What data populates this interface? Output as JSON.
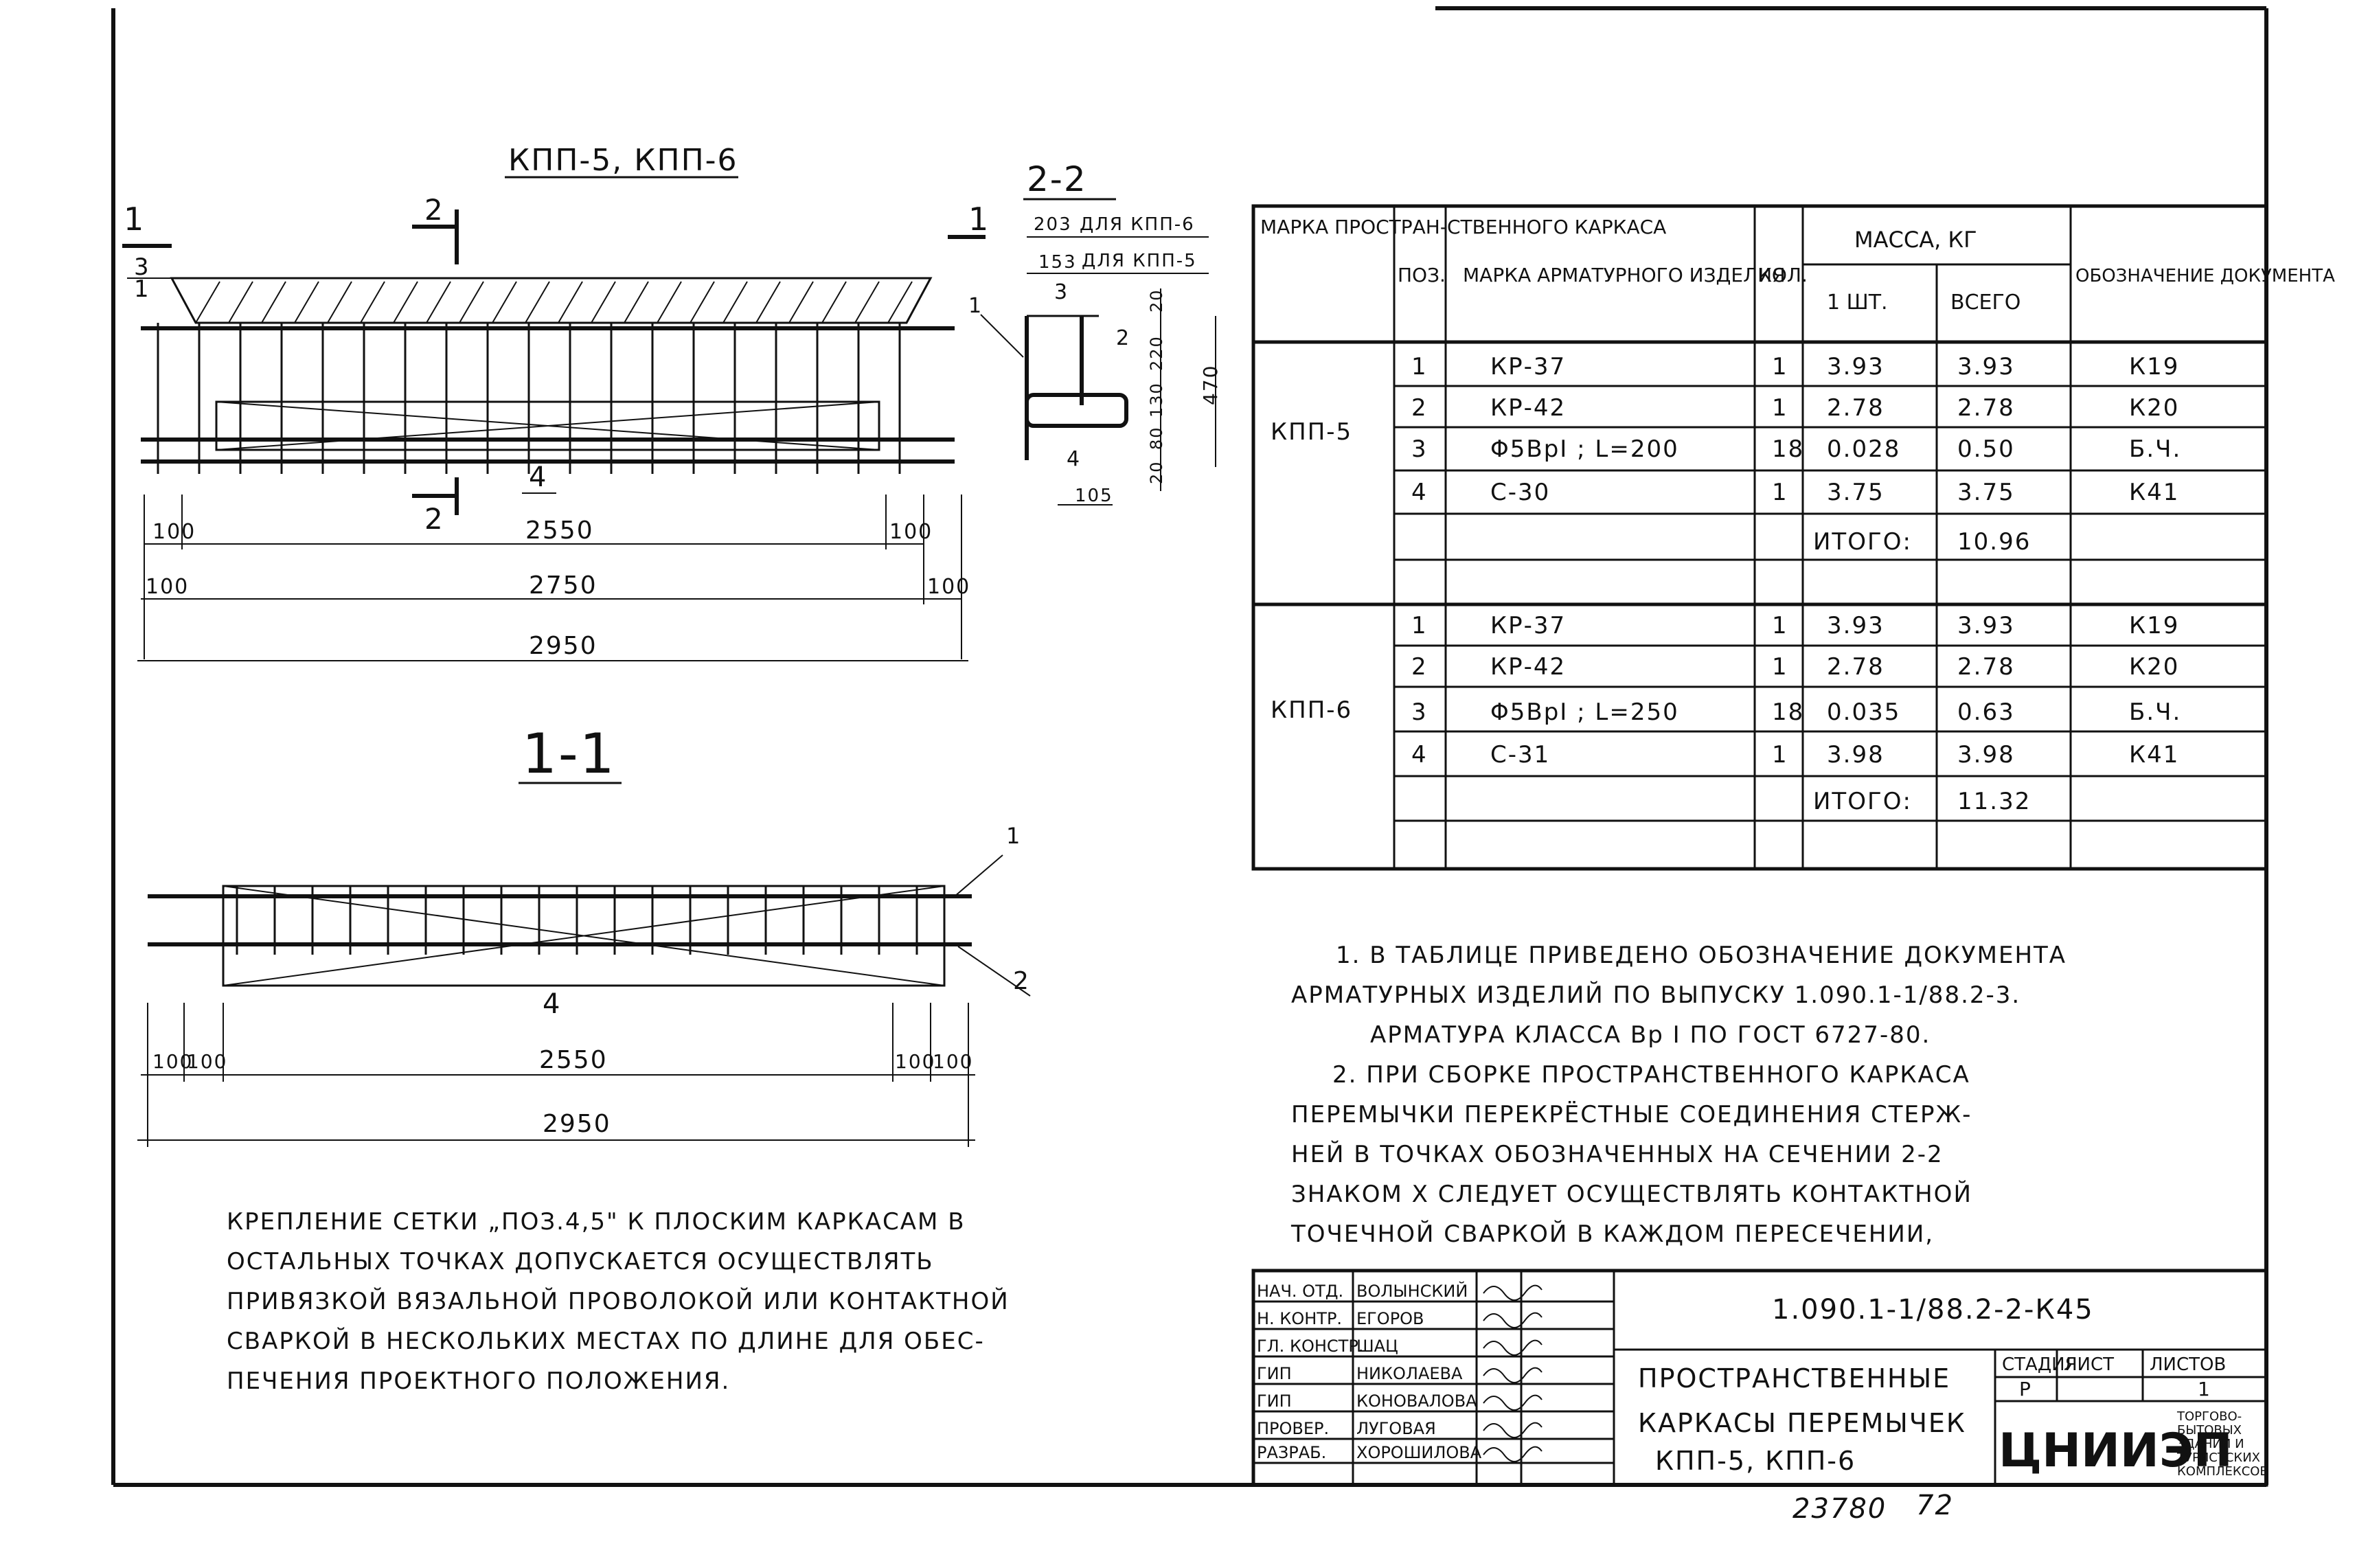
{
  "drawing": {
    "title": "КПП-5, КПП-6",
    "section_22": "2-2",
    "section_11": "1-1",
    "marks": {
      "cut1": "1",
      "cut2": "2",
      "pos1": "1",
      "pos2": "2",
      "pos3": "3",
      "pos4": "4"
    },
    "dims_main": {
      "d100": "100",
      "d2550": "2550",
      "d2750": "2750",
      "d2950": "2950"
    },
    "section22_dims": {
      "d203": "203",
      "d153": "153",
      "for6": "ДЛЯ КПП-6",
      "for5": "ДЛЯ КПП-5",
      "d20": "20",
      "d220": "220",
      "d130": "130",
      "d80": "80",
      "d470": "470",
      "d105": "105"
    }
  },
  "table": {
    "headers": {
      "mark_frame": "МАРКА ПРОСТРАН-СТВЕННОГО КАРКАСА",
      "pos": "ПОЗ.",
      "mark_item": "МАРКА АРМАТУРНОГО ИЗДЕЛИЯ",
      "qty": "КОЛ.",
      "mass": "МАССА, КГ",
      "mass_one": "1 ШТ.",
      "mass_total": "ВСЕГО",
      "doc": "ОБОЗНАЧЕНИЕ ДОКУМЕНТА"
    },
    "groups": [
      {
        "frame": "КПП-5",
        "rows": [
          {
            "pos": "1",
            "mark": "КР-37",
            "qty": "1",
            "one": "3.93",
            "total": "3.93",
            "doc": "К19"
          },
          {
            "pos": "2",
            "mark": "КР-42",
            "qty": "1",
            "one": "2.78",
            "total": "2.78",
            "doc": "К20"
          },
          {
            "pos": "3",
            "mark": "Φ5ВрI ; L=200",
            "qty": "18",
            "one": "0.028",
            "total": "0.50",
            "doc": "Б.Ч."
          },
          {
            "pos": "4",
            "mark": "С-30",
            "qty": "1",
            "one": "3.75",
            "total": "3.75",
            "doc": "К41"
          }
        ],
        "total_label": "ИТОГО:",
        "total_value": "10.96"
      },
      {
        "frame": "КПП-6",
        "rows": [
          {
            "pos": "1",
            "mark": "КР-37",
            "qty": "1",
            "one": "3.93",
            "total": "3.93",
            "doc": "К19"
          },
          {
            "pos": "2",
            "mark": "КР-42",
            "qty": "1",
            "one": "2.78",
            "total": "2.78",
            "doc": "К20"
          },
          {
            "pos": "3",
            "mark": "Φ5ВрI ; L=250",
            "qty": "18",
            "one": "0.035",
            "total": "0.63",
            "doc": "Б.Ч."
          },
          {
            "pos": "4",
            "mark": "С-31",
            "qty": "1",
            "one": "3.98",
            "total": "3.98",
            "doc": "К41"
          }
        ],
        "total_label": "ИТОГО:",
        "total_value": "11.32"
      }
    ]
  },
  "notes": {
    "lines": [
      "1. В ТАБЛИЦЕ ПРИВЕДЕНО ОБОЗНАЧЕНИЕ ДОКУМЕНТА",
      "АРМАТУРНЫХ ИЗДЕЛИЙ ПО ВЫПУСКУ 1.090.1-1/88.2-3.",
      "АРМАТУРА КЛАССА Вр I ПО ГОСТ 6727-80.",
      "2. ПРИ СБОРКЕ ПРОСТРАНСТВЕННОГО КАРКАСА",
      "ПЕРЕМЫЧКИ ПЕРЕКРЁСТНЫЕ СОЕДИНЕНИЯ СТЕРЖ-",
      "НЕЙ В ТОЧКАХ ОБОЗНАЧЕННЫХ НА СЕЧЕНИИ 2-2",
      "ЗНАКОМ X СЛЕДУЕТ ОСУЩЕСТВЛЯТЬ КОНТАКТНОЙ",
      "ТОЧЕЧНОЙ СВАРКОЙ В КАЖДОМ ПЕРЕСЕЧЕНИИ,"
    ]
  },
  "note_left": {
    "lines": [
      "КРЕПЛЕНИЕ СЕТКИ „ПОЗ.4,5\" К ПЛОСКИМ КАРКАСАМ В",
      "ОСТАЛЬНЫХ ТОЧКАХ ДОПУСКАЕТСЯ ОСУЩЕСТВЛЯТЬ",
      "ПРИВЯЗКОЙ ВЯЗАЛЬНОЙ ПРОВОЛОКОЙ ИЛИ КОНТАКТНОЙ",
      "СВАРКОЙ В НЕСКОЛЬКИХ МЕСТАХ ПО ДЛИНЕ ДЛЯ ОБЕС-",
      "ПЕЧЕНИЯ ПРОЕКТНОГО ПОЛОЖЕНИЯ."
    ]
  },
  "title_block": {
    "code": "1.090.1-1/88.2-2-К45",
    "name_lines": [
      "ПРОСТРАНСТВЕННЫЕ",
      "КАРКАСЫ ПЕРЕМЫЧЕК",
      "КПП-5, КПП-6"
    ],
    "stage_label": "СТАДИЯ",
    "stage": "Р",
    "sheet_label": "ЛИСТ",
    "sheets_label": "ЛИСТОВ",
    "sheets": "1",
    "org": "ЦНИИЭП",
    "org_sub": [
      "ТОРГОВО-",
      "БЫТОВЫХ",
      "ЗДАНИЙ И",
      "ТУРИСТСКИХ",
      "КОМПЛЕКСОВ"
    ],
    "staff": [
      {
        "role": "НАЧ. ОТД.",
        "name": "ВОЛЫНСКИЙ"
      },
      {
        "role": "Н. КОНТР.",
        "name": "ЕГОРОВ"
      },
      {
        "role": "ГЛ. КОНСТР.",
        "name": "ШАЦ"
      },
      {
        "role": "ГИП",
        "name": "НИКОЛАЕВА"
      },
      {
        "role": "ГИП",
        "name": "КОНОВАЛОВА"
      },
      {
        "role": "ПРОВЕР.",
        "name": "ЛУГОВАЯ"
      },
      {
        "role": "РАЗРАБ.",
        "name": "ХОРОШИЛОВА"
      }
    ]
  },
  "footer": {
    "inv": "23780",
    "page": "72"
  }
}
